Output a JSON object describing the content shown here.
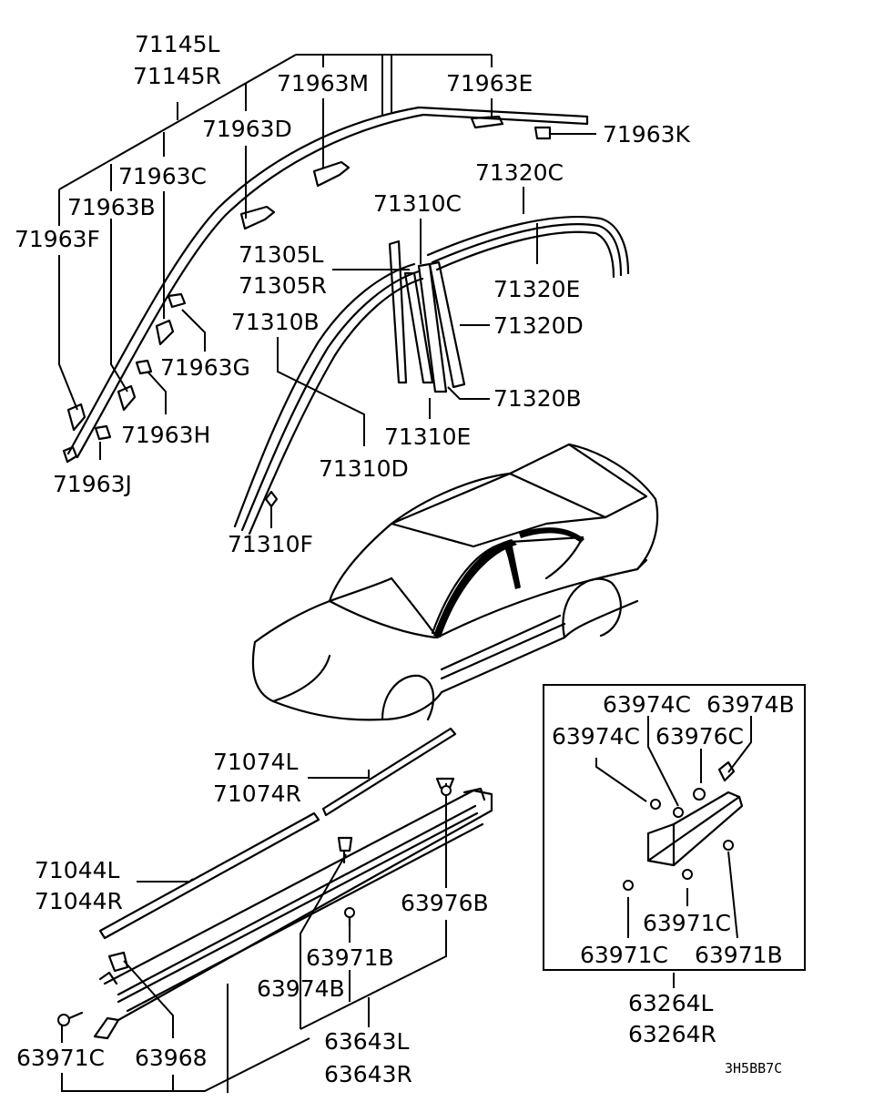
{
  "diagram_code": "3H5BB7C",
  "labels": {
    "p71145L": "71145L",
    "p71145R": "71145R",
    "p71963M": "71963M",
    "p71963E": "71963E",
    "p71963K": "71963K",
    "p71963D": "71963D",
    "p71963C": "71963C",
    "p71963B": "71963B",
    "p71963F": "71963F",
    "p71963G": "71963G",
    "p71963H": "71963H",
    "p71963J": "71963J",
    "p71320C": "71320C",
    "p71310C": "71310C",
    "p71305L": "71305L",
    "p71305R": "71305R",
    "p71320E": "71320E",
    "p71310B": "71310B",
    "p71320D": "71320D",
    "p71320B": "71320B",
    "p71310E": "71310E",
    "p71310D": "71310D",
    "p71310F": "71310F",
    "p71074L": "71074L",
    "p71074R": "71074R",
    "p71044L": "71044L",
    "p71044R": "71044R",
    "p63976B": "63976B",
    "p63971B": "63971B",
    "p63974B": "63974B",
    "p63643L": "63643L",
    "p63643R": "63643R",
    "p63971C": "63971C",
    "p63968": "63968"
  },
  "inset": {
    "p63974C_top": "63974C",
    "p63974B": "63974B",
    "p63974C": "63974C",
    "p63976C": "63976C",
    "p63971C_mid": "63971C",
    "p63971C": "63971C",
    "p63971B": "63971B",
    "p63264L": "63264L",
    "p63264R": "63264R"
  }
}
